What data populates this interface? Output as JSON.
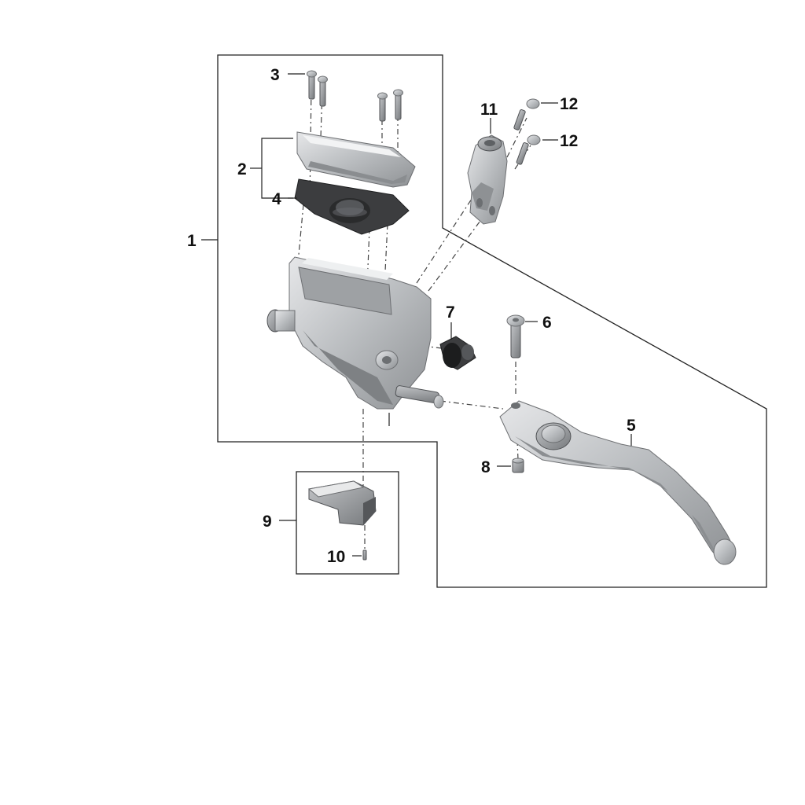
{
  "diagram": {
    "type": "exploded parts diagram",
    "colors": {
      "line": "#222222",
      "metal_light": "#d4d6d8",
      "metal_mid": "#a9acaf",
      "rubber": "#3c3d3f",
      "background": "#ffffff"
    },
    "callouts": [
      {
        "id": "c1",
        "label": "1"
      },
      {
        "id": "c2",
        "label": "2"
      },
      {
        "id": "c3",
        "label": "3"
      },
      {
        "id": "c4",
        "label": "4"
      },
      {
        "id": "c5",
        "label": "5"
      },
      {
        "id": "c6",
        "label": "6"
      },
      {
        "id": "c7",
        "label": "7"
      },
      {
        "id": "c8",
        "label": "8"
      },
      {
        "id": "c9",
        "label": "9"
      },
      {
        "id": "c10",
        "label": "10"
      },
      {
        "id": "c11",
        "label": "11"
      },
      {
        "id": "c12a",
        "label": "12"
      },
      {
        "id": "c12b",
        "label": "12"
      }
    ],
    "parts": [
      {
        "id": "master-cylinder-assembly",
        "callout": "1"
      },
      {
        "id": "reservoir-cover",
        "callout": "2"
      },
      {
        "id": "cover-screws",
        "callout": "3"
      },
      {
        "id": "reservoir-diaphragm",
        "callout": "4"
      },
      {
        "id": "hand-lever",
        "callout": "5"
      },
      {
        "id": "lever-pivot-bolt",
        "callout": "6"
      },
      {
        "id": "dust-boot",
        "callout": "7"
      },
      {
        "id": "pivot-nut",
        "callout": "8"
      },
      {
        "id": "brake-light-switch",
        "callout": "9"
      },
      {
        "id": "switch-screw",
        "callout": "10"
      },
      {
        "id": "handlebar-clamp",
        "callout": "11"
      },
      {
        "id": "clamp-bolts",
        "callout": "12"
      }
    ]
  }
}
